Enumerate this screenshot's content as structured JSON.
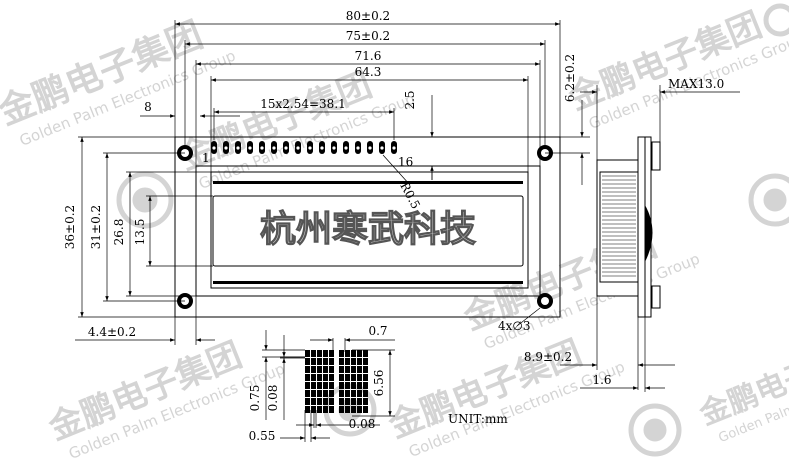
{
  "dimensions": {
    "overall_width": "80±0.2",
    "hole_pitch_x": "75±0.2",
    "bezel_outer_width": "71.6",
    "view_area_width": "64.3",
    "pin1_offset": "8",
    "pin_pitch": "15x2.54=38.1",
    "top_offset": "2.5",
    "hole_top_offset": "6.2±0.2",
    "module_thickness": "MAX13.0",
    "overall_height": "36±0.2",
    "hole_pitch_y": "31±0.2",
    "view_area_height": "26.8",
    "char_area_height": "13.5",
    "left_offset": "4.4±0.2",
    "hole_size": "4x∅3",
    "pin_radius": "R0.5",
    "pin_first": "1",
    "pin_last": "16",
    "dot_spacing": "0.7",
    "char_height": "6.56",
    "dot_pitch_v": "0.75",
    "dot_size_v": "0.08",
    "dot_pitch_h": "0.55",
    "dot_size_h": "0.08",
    "bezel_height": "8.9±0.2",
    "pcb_thickness": "1.6",
    "unit": "UNIT:mm"
  },
  "watermark": {
    "company_cn": "金鹏电子集团",
    "company_en": "Golden Palm Electronics Group",
    "company_en_short": "Golden Palm Electronics",
    "center_cn": "杭州寒武科技"
  }
}
